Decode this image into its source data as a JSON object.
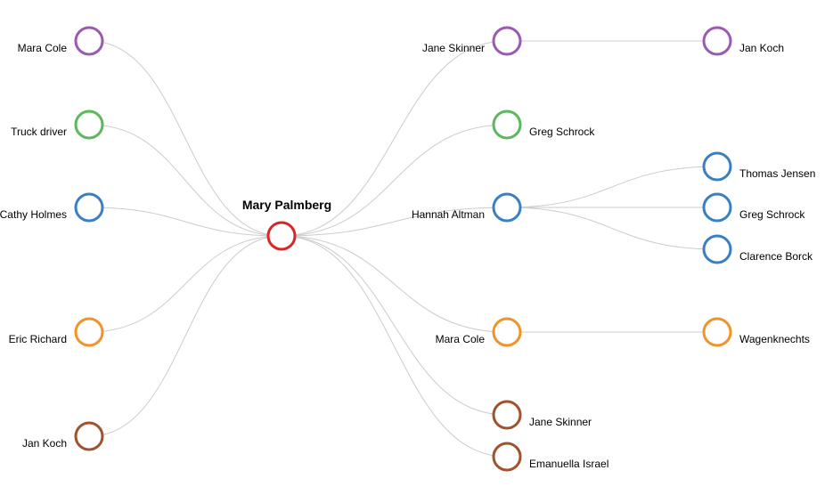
{
  "diagram": {
    "root": {
      "name": "Mary Palmberg",
      "color": "#d62728"
    },
    "left_nodes": [
      {
        "name": "Mara Cole",
        "color": "#9b59b6"
      },
      {
        "name": "Truck driver",
        "color": "#5cb85c"
      },
      {
        "name": "Cathy Holmes",
        "color": "#3a7fc1"
      },
      {
        "name": "Eric Richard",
        "color": "#f0932b"
      },
      {
        "name": "Jan Koch",
        "color": "#a0522d"
      }
    ],
    "right_nodes": [
      {
        "name": "Jane Skinner",
        "color": "#9b59b6",
        "children": [
          {
            "name": "Jan Koch",
            "color": "#9b59b6"
          }
        ]
      },
      {
        "name": "Greg Schrock",
        "color": "#5cb85c",
        "children": []
      },
      {
        "name": "Hannah Altman",
        "color": "#3a7fc1",
        "children": [
          {
            "name": "Thomas Jensen",
            "color": "#3a7fc1"
          },
          {
            "name": "Greg Schrock",
            "color": "#3a7fc1"
          },
          {
            "name": "Clarence Borck",
            "color": "#3a7fc1"
          }
        ]
      },
      {
        "name": "Mara Cole",
        "color": "#f0932b",
        "children": [
          {
            "name": "Wagenknechts",
            "color": "#f0932b"
          }
        ]
      },
      {
        "name": "Jane Skinner",
        "color": "#a0522d",
        "children": []
      },
      {
        "name": "Emanuella Israel",
        "color": "#a0522d",
        "children": []
      }
    ]
  }
}
